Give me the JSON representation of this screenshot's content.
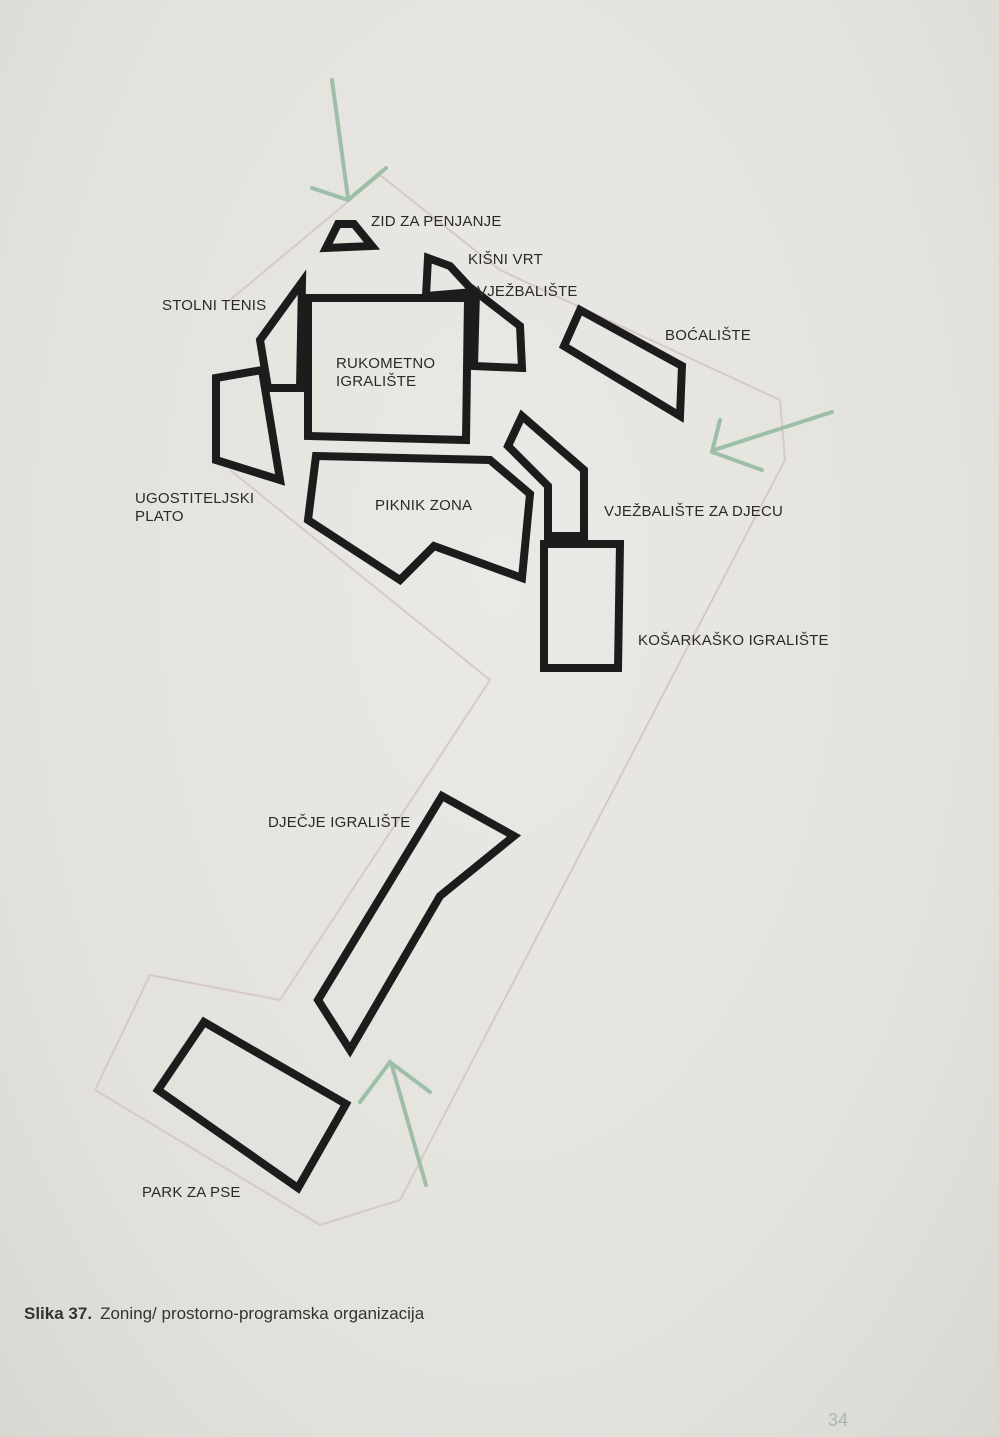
{
  "labels": {
    "zid_za_penjanje": "ZID ZA PENJANJE",
    "kisni_vrt": "KIŠNI VRT",
    "vjezbaliste": "VJEŽBALIŠTE",
    "stolni_tenis": "STOLNI TENIS",
    "bocaliste": "BOĆALIŠTE",
    "rukometno_igraliste": "RUKOMETNO IGRALIŠTE",
    "ugostiteljski_plato": "UGOSTITELJSKI PLATO",
    "piknik_zona": "PIKNIK ZONA",
    "vjezbaliste_za_djecu": "VJEŽBALIŠTE ZA DJECU",
    "kosarkasko_igraliste": "KOŠARKAŠKO IGRALIŠTE",
    "djecje_igraliste": "DJEČJE IGRALIŠTE",
    "park_za_pse": "PARK ZA PSE"
  },
  "caption": {
    "number": "Slika 37.",
    "text": "Zoning/ prostorno-programska organizacija"
  },
  "page_number": "34",
  "colors": {
    "zone_stroke": "#1c1c1c",
    "arrow": "#9dbfa8",
    "site_outline": "#d7c9c9",
    "background": "#e6e4df"
  }
}
